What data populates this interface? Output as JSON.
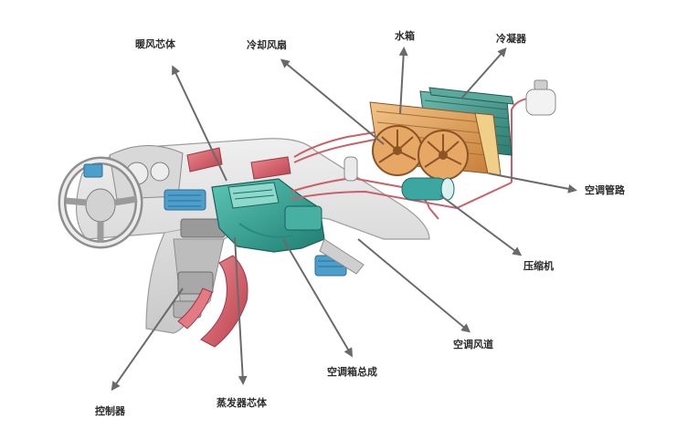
{
  "labels": {
    "heater_core": "暖风芯体",
    "cooling_fan": "冷却风扇",
    "water_tank": "水箱",
    "condenser": "冷凝器",
    "ac_pipes": "空调管路",
    "compressor": "压缩机",
    "ac_duct": "空调风道",
    "ac_box": "空调箱总成",
    "evaporator_core": "蒸发器芯体",
    "controller": "控制器"
  },
  "colors": {
    "arrow": "#6a6a6a",
    "dashboard": "#dcdcdc",
    "ac_unit": "#38a89a",
    "vent": "#4c9fca",
    "red_duct": "#d55a66",
    "radiator": "#e0a460",
    "condenser": "#4f9a8e",
    "pipe": "#c9606a"
  }
}
